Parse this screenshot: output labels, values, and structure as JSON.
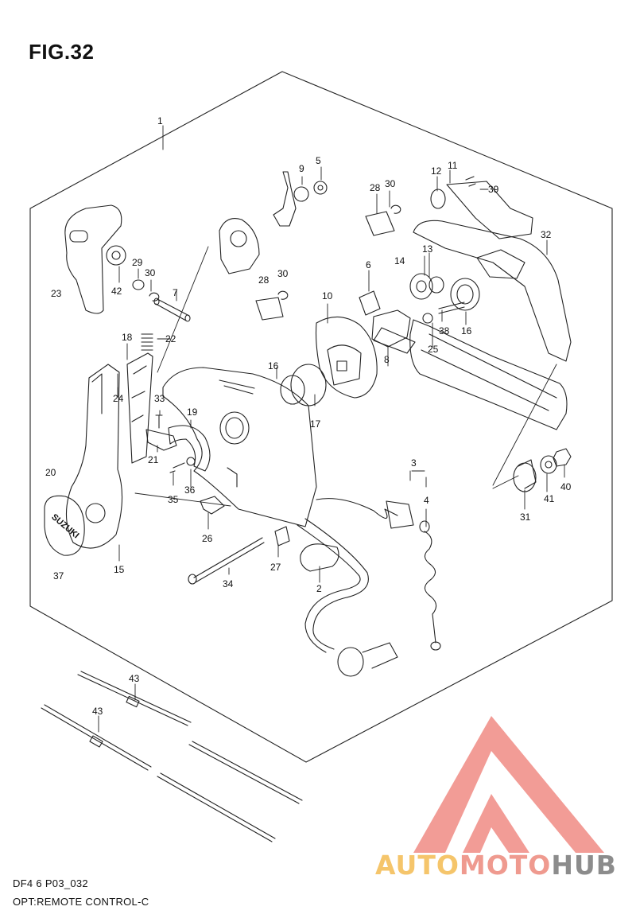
{
  "figure": {
    "title": "FIG.32",
    "code": "DF4 6 P03_032",
    "caption": "OPT:REMOTE CONTROL-C"
  },
  "watermark": {
    "part1": "AUTO",
    "part2": "MOTO",
    "part3": "HUB",
    "colors": {
      "auto": "#f5c56b",
      "moto": "#ef9a8f",
      "hub": "#8c8c8c",
      "logo": "#f08b84"
    }
  },
  "badge_text": "SUZUKI",
  "callouts": [
    "1",
    "2",
    "3",
    "4",
    "5",
    "6",
    "7",
    "8",
    "9",
    "10",
    "11",
    "12",
    "13",
    "14",
    "15",
    "16",
    "16",
    "17",
    "18",
    "19",
    "20",
    "21",
    "22",
    "23",
    "24",
    "25",
    "26",
    "27",
    "28",
    "28",
    "29",
    "30",
    "30",
    "30",
    "31",
    "33",
    "34",
    "35",
    "36",
    "37",
    "38",
    "39",
    "32",
    "40",
    "41",
    "42",
    "43",
    "43"
  ]
}
